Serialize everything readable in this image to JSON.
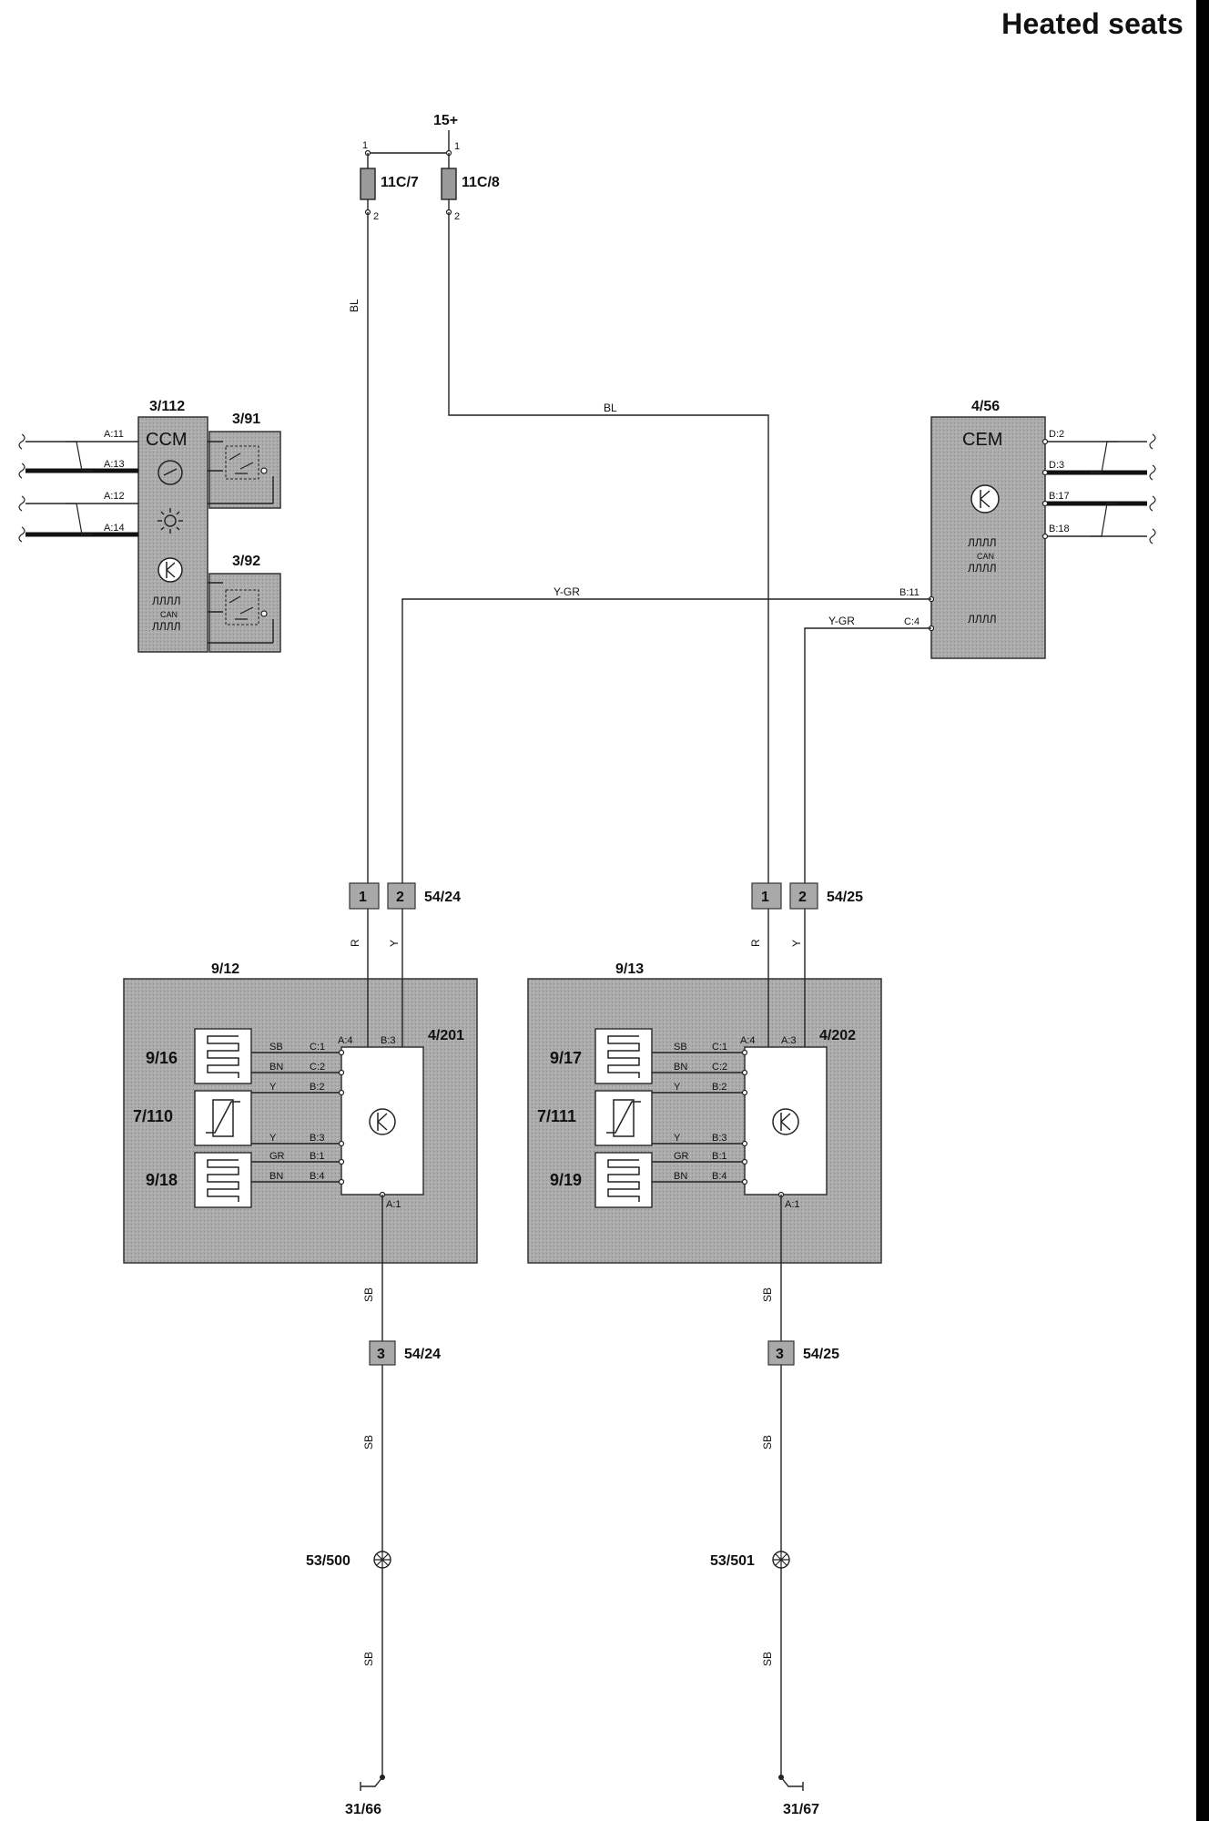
{
  "title": "Heated seats",
  "supply": {
    "label": "15+",
    "pin_a": "1",
    "pin_b": "1"
  },
  "fuses": [
    {
      "id": "11C/7",
      "pin_top": "1",
      "pin_bottom": "2",
      "wire": "BL"
    },
    {
      "id": "11C/8",
      "pin_top": "1",
      "pin_bottom": "2",
      "wire": "BL"
    }
  ],
  "ccm": {
    "id": "3/112",
    "name": "CCM",
    "pins": [
      "A:11",
      "A:13",
      "A:12",
      "A:14"
    ],
    "can_text": [
      "ЛЛЛЛ",
      "CAN",
      "ЛЛЛЛ"
    ]
  },
  "switch_units": [
    {
      "id": "3/91",
      "icon": "switch-icon"
    },
    {
      "id": "3/92",
      "icon": "switch-icon"
    }
  ],
  "cem": {
    "id": "4/56",
    "name": "CEM",
    "pins": [
      "D:2",
      "D:3",
      "B:17",
      "B:18"
    ],
    "out_pins": [
      "B:11",
      "C:4"
    ],
    "can_text": [
      "ЛЛЛЛ",
      "CAN",
      "ЛЛЛЛ"
    ],
    "lin_text": "ЛЛЛЛ"
  },
  "signal_wires": {
    "left": "Y-GR",
    "right": "Y-GR"
  },
  "connectors": [
    {
      "id": "54/24",
      "pins": [
        "1",
        "2"
      ],
      "wires": [
        "R",
        "Y"
      ]
    },
    {
      "id": "54/25",
      "pins": [
        "1",
        "2"
      ],
      "wires": [
        "R",
        "Y"
      ]
    }
  ],
  "seats": [
    {
      "id": "9/12",
      "module": "4/201",
      "heater_back": "9/16",
      "sensor": "7/110",
      "heater_cushion": "9/18",
      "module_pins_top": [
        "A:4",
        "B:3"
      ],
      "wires": [
        {
          "color": "SB",
          "pin": "C:1"
        },
        {
          "color": "BN",
          "pin": "C:2"
        },
        {
          "color": "Y",
          "pin": "B:2"
        },
        {
          "color": "Y",
          "pin": "B:3"
        },
        {
          "color": "GR",
          "pin": "B:1"
        },
        {
          "color": "BN",
          "pin": "B:4"
        }
      ],
      "ground_pin": "A:1",
      "ground_connector": "54/24",
      "ground_connector_pin": "3",
      "ground_wire": "SB",
      "splice": "53/500",
      "ground_point": "31/66"
    },
    {
      "id": "9/13",
      "module": "4/202",
      "heater_back": "9/17",
      "sensor": "7/111",
      "heater_cushion": "9/19",
      "module_pins_top": [
        "A:4",
        "A:3"
      ],
      "wires": [
        {
          "color": "SB",
          "pin": "C:1"
        },
        {
          "color": "BN",
          "pin": "C:2"
        },
        {
          "color": "Y",
          "pin": "B:2"
        },
        {
          "color": "Y",
          "pin": "B:3"
        },
        {
          "color": "GR",
          "pin": "B:1"
        },
        {
          "color": "BN",
          "pin": "B:4"
        }
      ],
      "ground_pin": "A:1",
      "ground_connector": "54/25",
      "ground_connector_pin": "3",
      "ground_wire": "SB",
      "splice": "53/501",
      "ground_point": "31/67"
    }
  ]
}
